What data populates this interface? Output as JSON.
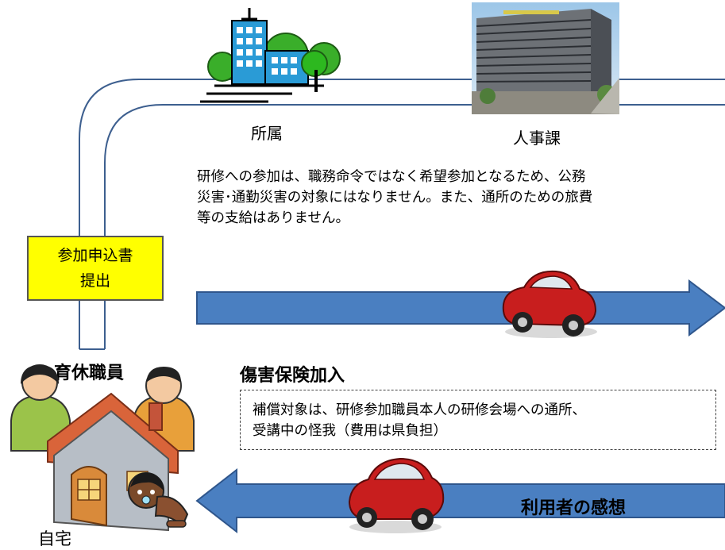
{
  "labels": {
    "affiliation": "所属",
    "hr_division": "人事課",
    "application_line1": "参加申込書",
    "application_line2": "提出",
    "childcare_staff": "育休職員",
    "home": "自宅",
    "insurance_title": "傷害保険加入",
    "user_feedback": "利用者の感想"
  },
  "notice_text": "研修への参加は、職務命令ではなく希望参加となるため、公務\n災害･通勤災害の対象にはなりません。また、通所のための旅費\n等の支給はありません。",
  "insurance_note": "補償対象は、研修参加職員本人の研修会場への通所、\n受講中の怪我（費用は県負担）",
  "colors": {
    "road_line": "#3d5f8f",
    "arrow_fill": "#4a7fc1",
    "arrow_stroke": "#2f568c",
    "application_box": "#ffff00",
    "building_icon": "#2a9bd6",
    "tree_green": "#3aae2a",
    "car_red": "#c81e1e"
  },
  "icons": [
    "office-building-icon",
    "government-building-photo",
    "red-car-icon",
    "parents-icon",
    "house-icon",
    "baby-icon"
  ]
}
